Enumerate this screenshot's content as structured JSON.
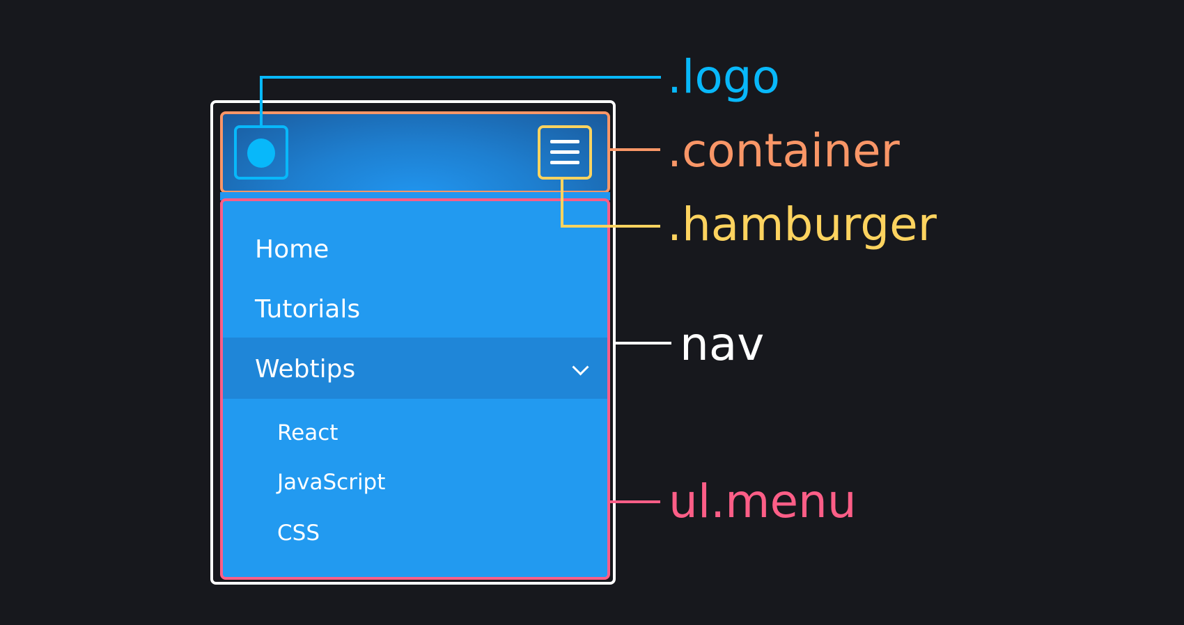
{
  "labels": {
    "logo": ".logo",
    "container": ".container",
    "hamburger": ".hamburger",
    "nav": "nav",
    "menu": "ul.menu"
  },
  "menu": {
    "items": [
      "Home",
      "Tutorials",
      "Webtips"
    ],
    "subitems": [
      "React",
      "JavaScript",
      "CSS"
    ]
  },
  "colors": {
    "logo": "#08b8fa",
    "container": "#f99667",
    "hamburger": "#fdd35f",
    "nav": "#ffffff",
    "menu": "#fd5e87",
    "menu_bg": "#229af0"
  }
}
